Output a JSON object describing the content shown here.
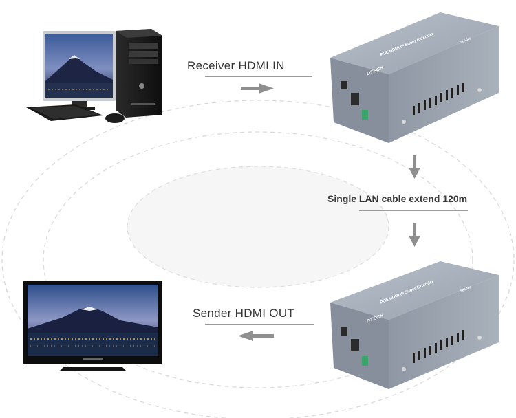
{
  "labels": {
    "receiver_in": "Receiver HDMI IN",
    "lan_cable": "Single LAN cable extend 120m",
    "sender_out": "Sender HDMI OUT"
  },
  "devices": {
    "brand": "DTECH",
    "model": "POE HDMI IP Super Extender",
    "top_side": "Sender",
    "bottom_side": "Sender"
  },
  "colors": {
    "box": "#9ba4b0",
    "arrow": "#8f8f8f",
    "dashed_ring": "#d6d6d6"
  }
}
